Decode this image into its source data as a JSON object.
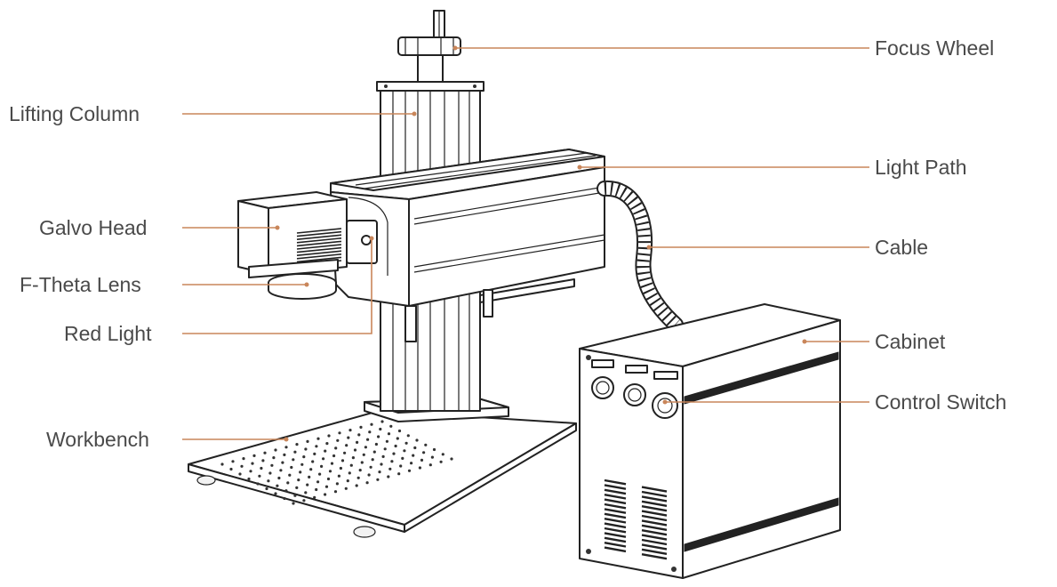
{
  "labels": {
    "focus_wheel": "Focus Wheel",
    "lifting_column": "Lifting Column",
    "light_path": "Light Path",
    "galvo_head": "Galvo Head",
    "cable": "Cable",
    "f_theta_lens": "F-Theta Lens",
    "red_light": "Red Light",
    "cabinet": "Cabinet",
    "control_switch": "Control Switch",
    "workbench": "Workbench"
  },
  "colors": {
    "leader_line": "#c9865a",
    "label_text": "#4a4a4a",
    "outline": "#222222"
  }
}
